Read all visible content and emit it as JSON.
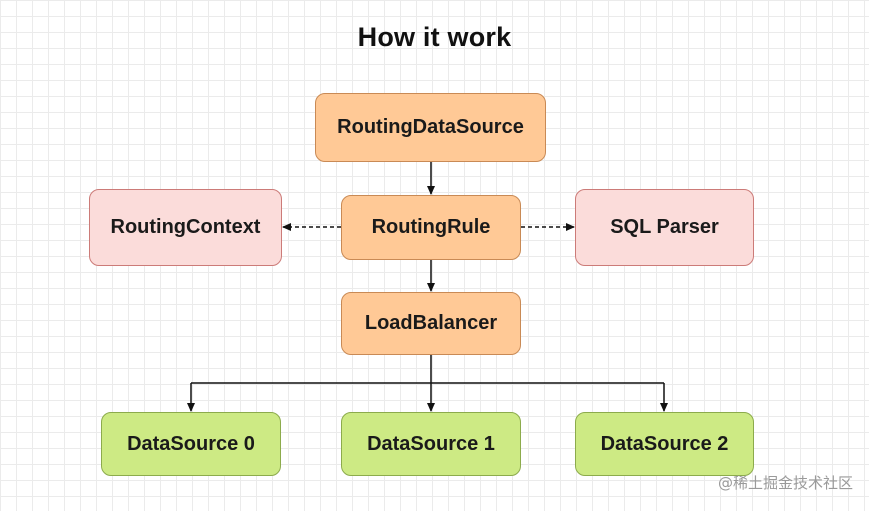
{
  "diagram": {
    "title": "How it work",
    "nodes": {
      "routing_data_source": "RoutingDataSource",
      "routing_rule": "RoutingRule",
      "routing_context": "RoutingContext",
      "sql_parser": "SQL Parser",
      "load_balancer": "LoadBalancer",
      "data_source_0": "DataSource 0",
      "data_source_1": "DataSource 1",
      "data_source_2": "DataSource 2"
    },
    "edges": [
      {
        "from": "RoutingDataSource",
        "to": "RoutingRule",
        "style": "solid"
      },
      {
        "from": "RoutingRule",
        "to": "RoutingContext",
        "style": "dashed"
      },
      {
        "from": "RoutingRule",
        "to": "SQL Parser",
        "style": "dashed"
      },
      {
        "from": "RoutingRule",
        "to": "LoadBalancer",
        "style": "solid"
      },
      {
        "from": "LoadBalancer",
        "to": "DataSource 0",
        "style": "solid"
      },
      {
        "from": "LoadBalancer",
        "to": "DataSource 1",
        "style": "solid"
      },
      {
        "from": "LoadBalancer",
        "to": "DataSource 2",
        "style": "solid"
      }
    ],
    "colors": {
      "core_fill": "#ffc996",
      "helper_fill": "#fbdcda",
      "datasource_fill": "#cdea84",
      "line": "#111111"
    }
  },
  "watermark": "@稀土掘金技术社区"
}
